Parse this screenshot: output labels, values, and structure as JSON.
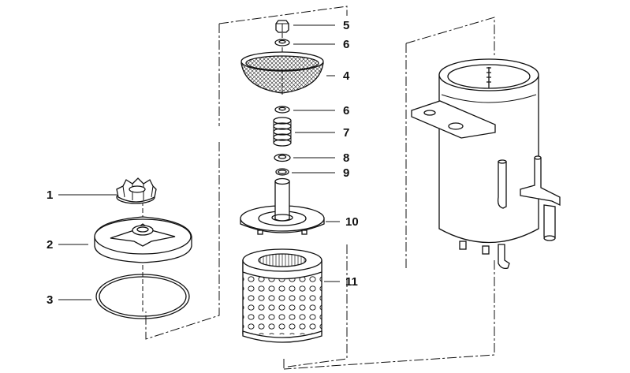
{
  "diagram": {
    "parts": [
      {
        "id": "1",
        "label": "1"
      },
      {
        "id": "2",
        "label": "2"
      },
      {
        "id": "3",
        "label": "3"
      },
      {
        "id": "4",
        "label": "4"
      },
      {
        "id": "5",
        "label": "5"
      },
      {
        "id": "6a",
        "label": "6"
      },
      {
        "id": "6b",
        "label": "6"
      },
      {
        "id": "7",
        "label": "7"
      },
      {
        "id": "8",
        "label": "8"
      },
      {
        "id": "9",
        "label": "9"
      },
      {
        "id": "10",
        "label": "10"
      },
      {
        "id": "11",
        "label": "11"
      }
    ]
  }
}
